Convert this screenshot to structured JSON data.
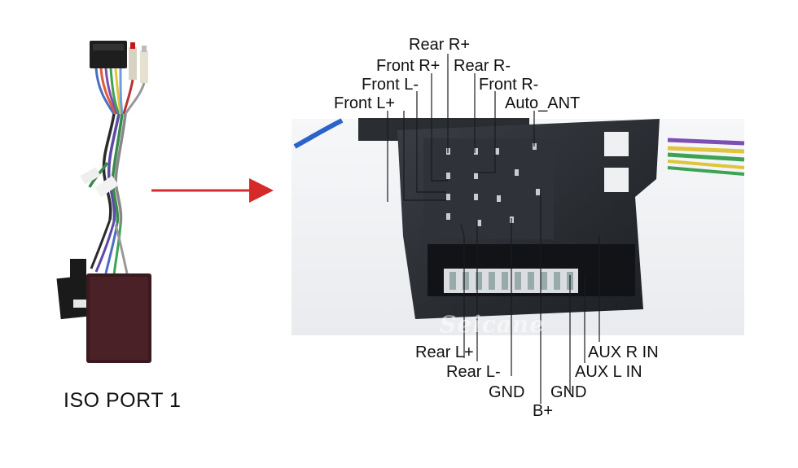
{
  "caption": "ISO PORT 1",
  "watermark": "Seicane",
  "pin_labels": {
    "rear_r_plus": "Rear R+",
    "front_r_plus": "Front R+",
    "rear_r_minus": "Rear R-",
    "front_l_minus": "Front L-",
    "front_r_minus": "Front R-",
    "front_l_plus": "Front L+",
    "auto_ant": "Auto_ANT",
    "rear_l_plus": "Rear L+",
    "rear_l_minus": "Rear L-",
    "gnd_1": "GND",
    "b_plus": "B+",
    "gnd_2": "GND",
    "aux_l_in": "AUX L IN",
    "aux_r_in": "AUX R IN"
  },
  "colors": {
    "arrow": "#d62a2a",
    "connector": "#26292e",
    "leader_line": "#1a1a1a"
  },
  "icons": {
    "harness": "wiring-harness-photo",
    "connector": "iso-connector-photo",
    "arrow": "right-arrow-icon"
  }
}
